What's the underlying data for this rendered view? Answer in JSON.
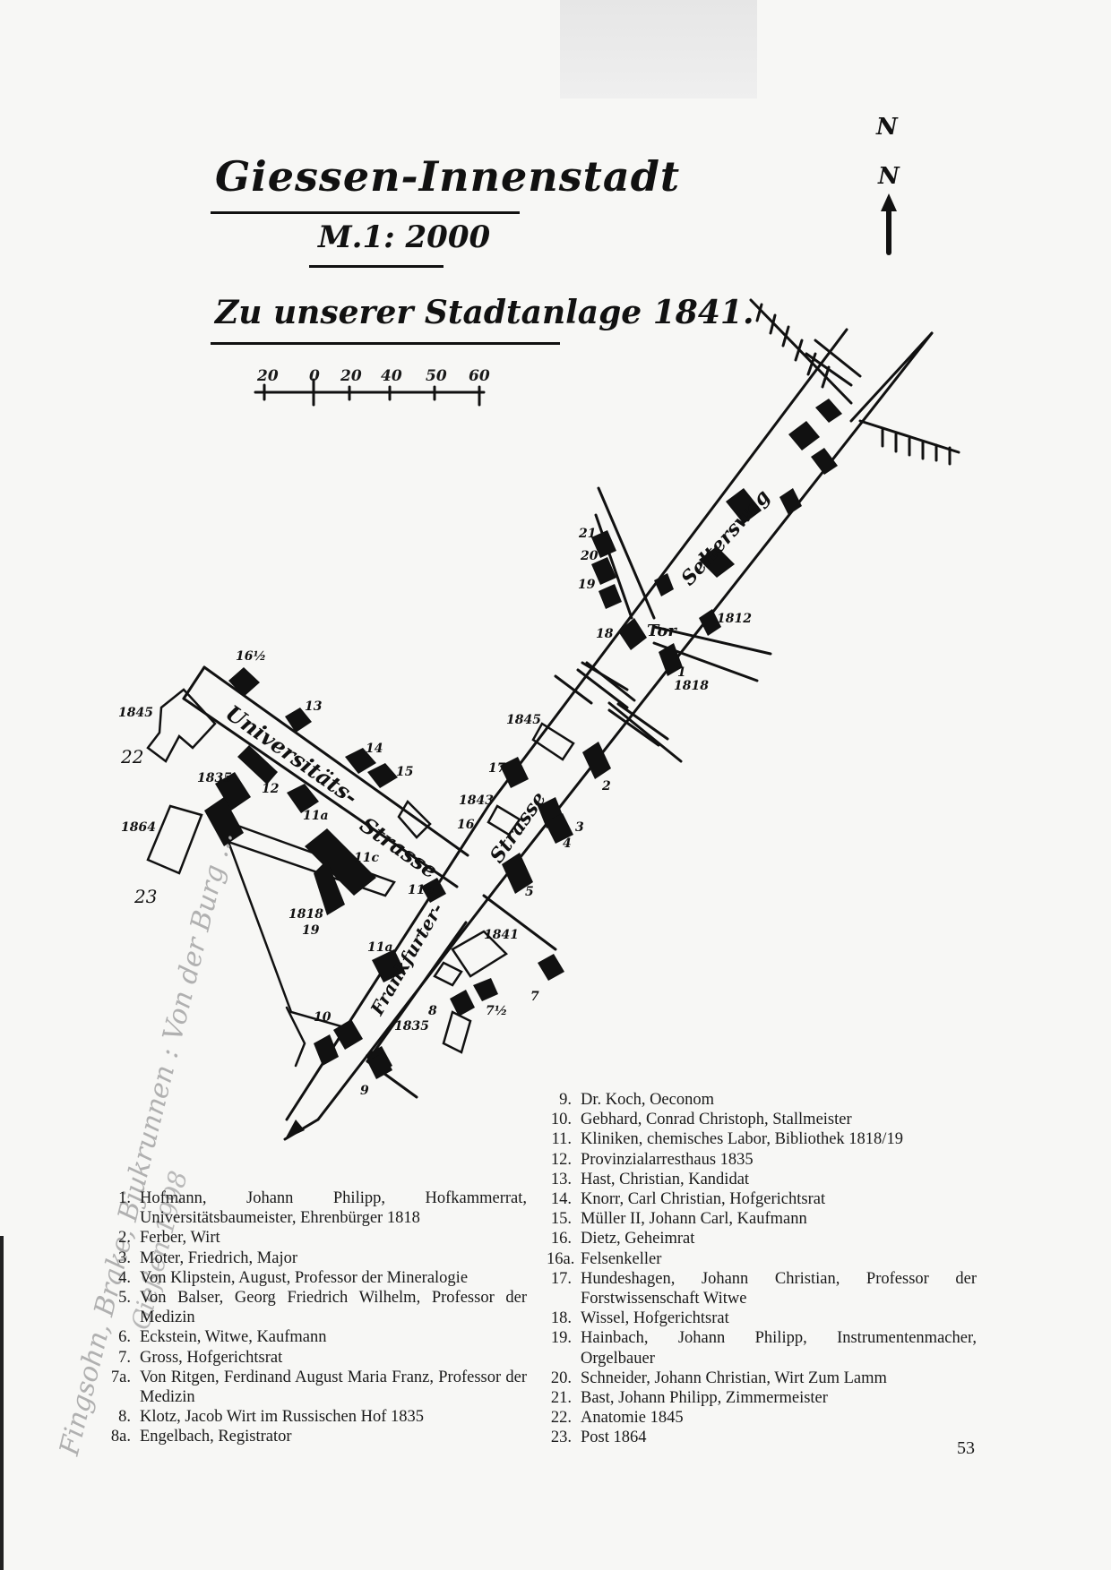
{
  "title": {
    "line1": "Giessen-Innenstadt",
    "line2": "M.1: 2000",
    "line3": "Zu unserer Stadtanlage 1841."
  },
  "scale_bar": {
    "ticks": [
      "20",
      "0",
      "20",
      "40",
      "50",
      "60"
    ]
  },
  "north_arrow": {
    "label_top": "N",
    "label_bottom": "N"
  },
  "map": {
    "streets": {
      "universitaets": "Universitäts-",
      "strasse_left": "Strasse",
      "strasse_right": "Strasse",
      "seltersweg": "Seltersweg",
      "frankfurter": "Frankfurter-",
      "tor": "Tor"
    },
    "labels": {
      "l16half": "16½",
      "l1845a": "1845",
      "l22": "22",
      "l13": "13",
      "l1835a": "1835",
      "l12": "12",
      "l14": "14",
      "l15": "15",
      "l11a": "11a",
      "l1864": "1864",
      "l23": "23",
      "l11c": "11c",
      "l11b": "11b",
      "l1818a": "1818",
      "l19b": "19",
      "l10": "10",
      "l11a2": "11a",
      "l1835b": "1835",
      "l8": "8",
      "l7half": "7½",
      "l7": "7",
      "l9": "9",
      "l1841": "1841",
      "l5": "5",
      "l16": "16",
      "l1843": "1843",
      "l17": "17",
      "l1845b": "1845",
      "l2": "2",
      "l3": "3",
      "l4": "4",
      "l18": "18",
      "l19": "19",
      "l20": "20",
      "l21": "21",
      "l1812": "1812",
      "l1818b": "1818",
      "l1": "1"
    }
  },
  "legend_left": [
    {
      "num": "1.",
      "text": "Hofmann, Johann Philipp, Hofkammerrat, Universitätsbaumeister, Ehrenbürger 1818"
    },
    {
      "num": "2.",
      "text": "Ferber, Wirt"
    },
    {
      "num": "3.",
      "text": "Moter, Friedrich, Major"
    },
    {
      "num": "4.",
      "text": "Von Klipstein, August, Professor der Mineralogie"
    },
    {
      "num": "5.",
      "text": "Von Balser, Georg Friedrich Wilhelm, Professor der Medizin"
    },
    {
      "num": "6.",
      "text": "Eckstein, Witwe, Kaufmann"
    },
    {
      "num": "7.",
      "text": "Gross, Hofgerichtsrat"
    },
    {
      "num": "7a.",
      "text": "Von Ritgen, Ferdinand August Maria Franz, Professor der Medizin"
    },
    {
      "num": "8.",
      "text": "Klotz, Jacob Wirt im Russischen Hof 1835"
    },
    {
      "num": "8a.",
      "text": "Engelbach, Registrator"
    }
  ],
  "legend_right": [
    {
      "num": "9.",
      "text": "Dr. Koch, Oeconom"
    },
    {
      "num": "10.",
      "text": "Gebhard, Conrad Christoph, Stallmeister"
    },
    {
      "num": "11.",
      "text": "Kliniken, chemisches Labor, Bibliothek 1818/19"
    },
    {
      "num": "12.",
      "text": "Provinzialarresthaus 1835"
    },
    {
      "num": "13.",
      "text": "Hast, Christian, Kandidat"
    },
    {
      "num": "14.",
      "text": "Knorr, Carl Christian, Hofgerichtsrat"
    },
    {
      "num": "15.",
      "text": "Müller II, Johann Carl, Kaufmann"
    },
    {
      "num": "16.",
      "text": "Dietz, Geheimrat"
    },
    {
      "num": "16a.",
      "text": "Felsenkeller"
    },
    {
      "num": "17.",
      "text": "Hundeshagen, Johann Christian, Professor der Forstwissenschaft Witwe"
    },
    {
      "num": "18.",
      "text": "Wissel, Hofgerichtsrat"
    },
    {
      "num": "19.",
      "text": "Hainbach, Johann Philipp, Instrumentenmacher, Orgelbauer"
    },
    {
      "num": "20.",
      "text": "Schneider, Johann Christian, Wirt Zum Lamm"
    },
    {
      "num": "21.",
      "text": "Bast, Johann Philipp, Zimmermeister"
    },
    {
      "num": "22.",
      "text": "Anatomie 1845"
    },
    {
      "num": "23.",
      "text": "Post 1864"
    }
  ],
  "page_number": "53",
  "pencil_note": "Fingsohn, Brake, Bjukrunnen : Von der Burg ...",
  "pencil_note2": "Gießen 1998"
}
